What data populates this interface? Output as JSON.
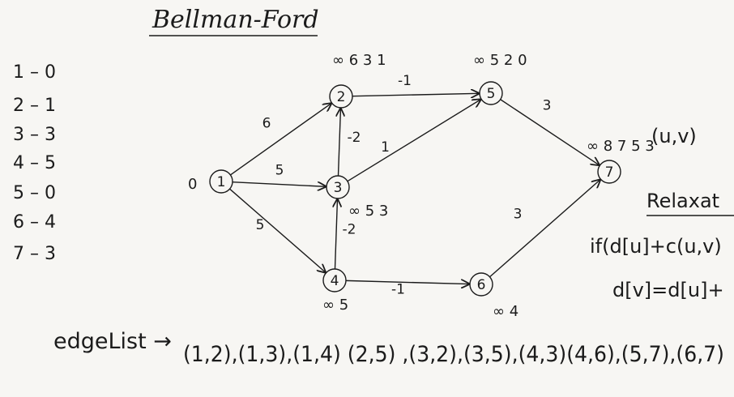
{
  "title": "Bellman-Ford",
  "distance_table": [
    {
      "vertex": "1",
      "dist": "0"
    },
    {
      "vertex": "2",
      "dist": "1"
    },
    {
      "vertex": "3",
      "dist": "3"
    },
    {
      "vertex": "4",
      "dist": "5"
    },
    {
      "vertex": "5",
      "dist": "0"
    },
    {
      "vertex": "6",
      "dist": "4"
    },
    {
      "vertex": "7",
      "dist": "3"
    }
  ],
  "nodes": [
    "1",
    "2",
    "3",
    "4",
    "5",
    "6",
    "7"
  ],
  "edges": [
    {
      "from": "1",
      "to": "2",
      "weight": "6"
    },
    {
      "from": "1",
      "to": "3",
      "weight": "5"
    },
    {
      "from": "1",
      "to": "4",
      "weight": "5"
    },
    {
      "from": "2",
      "to": "5",
      "weight": "-1"
    },
    {
      "from": "3",
      "to": "2",
      "weight": "-2"
    },
    {
      "from": "3",
      "to": "5",
      "weight": "1"
    },
    {
      "from": "4",
      "to": "3",
      "weight": "-2"
    },
    {
      "from": "4",
      "to": "6",
      "weight": "-1"
    },
    {
      "from": "5",
      "to": "7",
      "weight": "3"
    },
    {
      "from": "6",
      "to": "7",
      "weight": "3"
    }
  ],
  "node_annotations": {
    "1": "0",
    "2": "∞ 6 3 1",
    "3": "∞ 5 3",
    "4": "∞ 5",
    "5": "∞ 5 2 0",
    "6": "∞ 4",
    "7": "∞ 8 7 5 3"
  },
  "edge_list_label": "edgeList →",
  "edge_list": "(1,2),(1,3),(1,4) (2,5) ,(3,2),(3,5),(4,3)(4,6),(5,7),(6,7)",
  "pair_label": "(u,v)",
  "relaxation_label": "Relaxat",
  "formula_if": "if(d[u]+c(u,v)",
  "formula_assign": "d[v]=d[u]+"
}
